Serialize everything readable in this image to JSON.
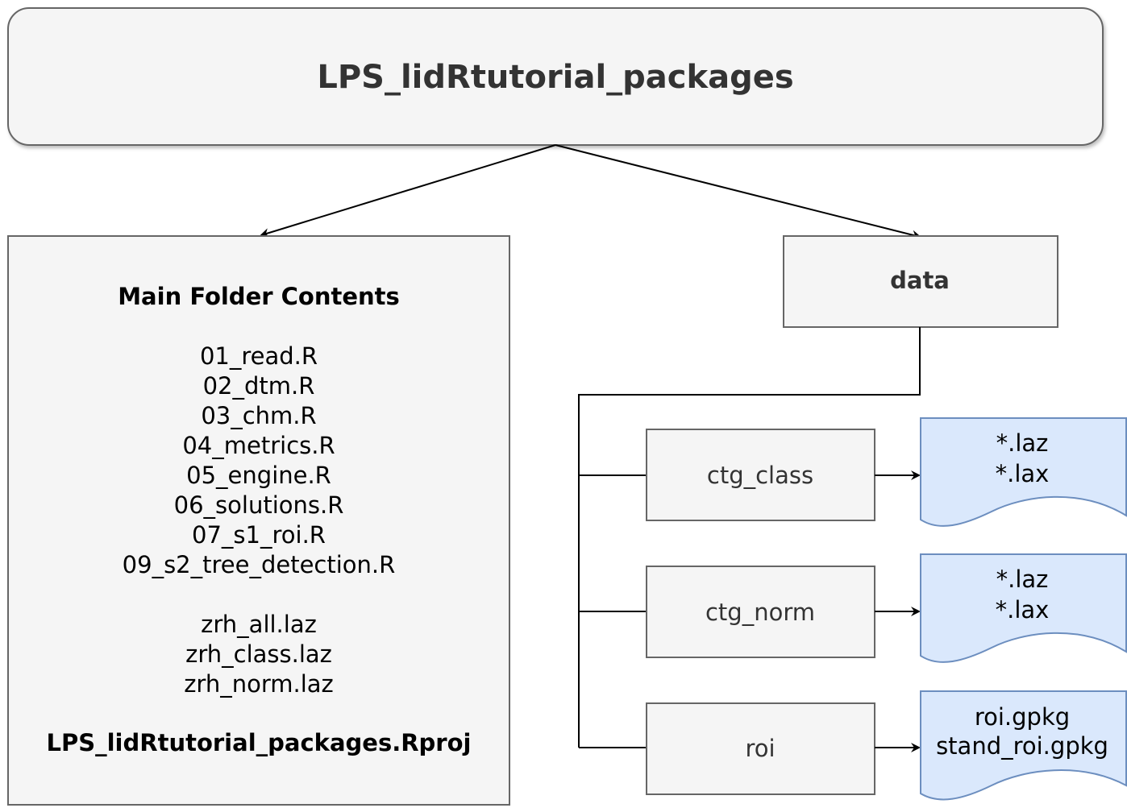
{
  "root": {
    "title": "LPS_lidRtutorial_packages"
  },
  "main_folder": {
    "heading": "Main Folder Contents",
    "scripts": [
      "01_read.R",
      "02_dtm.R",
      "03_chm.R",
      "04_metrics.R",
      "05_engine.R",
      "06_solutions.R",
      "07_s1_roi.R",
      "09_s2_tree_detection.R"
    ],
    "data_files": [
      "zrh_all.laz",
      "zrh_class.laz",
      "zrh_norm.laz"
    ],
    "project_file": "LPS_lidRtutorial_packages.Rproj"
  },
  "data_folder": {
    "label": "data",
    "subfolders": [
      {
        "label": "ctg_class",
        "files": [
          "*.laz",
          "*.lax"
        ]
      },
      {
        "label": "ctg_norm",
        "files": [
          "*.laz",
          "*.lax"
        ]
      },
      {
        "label": "roi",
        "files": [
          "roi.gpkg",
          "stand_roi.gpkg"
        ]
      }
    ]
  },
  "colors": {
    "box_fill": "#f5f5f5",
    "box_stroke": "#666666",
    "doc_fill": "#dae8fc",
    "doc_stroke": "#6c8ebf",
    "connector": "#000000"
  }
}
